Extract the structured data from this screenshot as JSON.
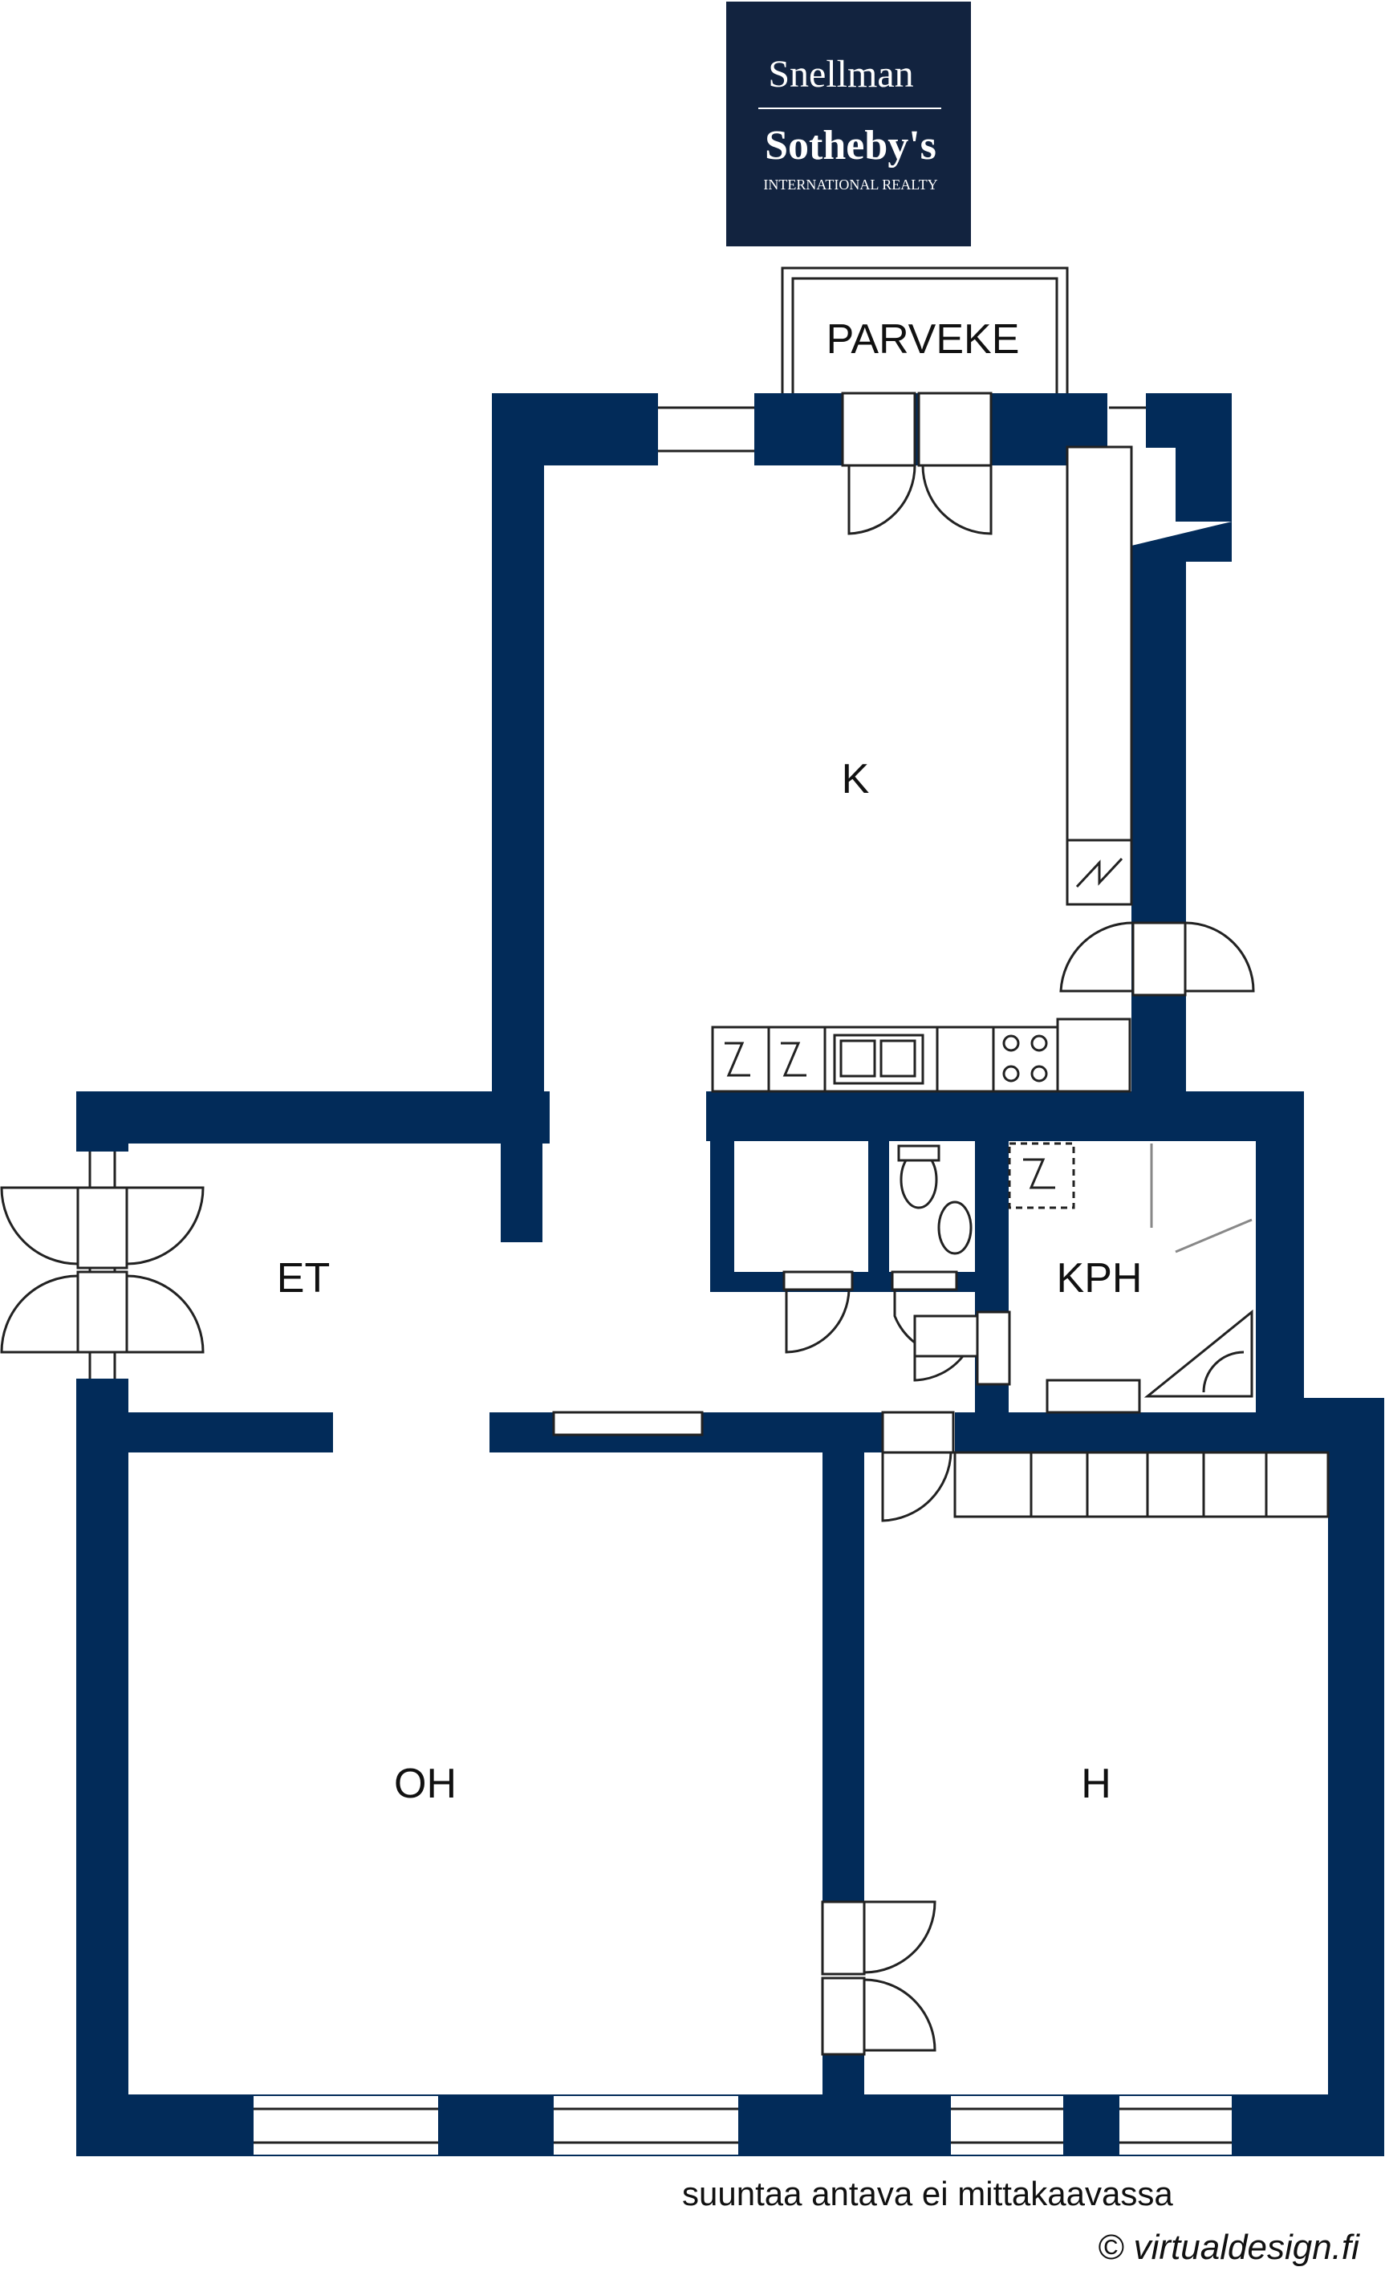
{
  "logo": {
    "line1": "Snellman",
    "line2": "Sotheby's",
    "line3": "INTERNATIONAL REALTY",
    "background": "#12233f"
  },
  "rooms": {
    "balcony": "PARVEKE",
    "kitchen": "K",
    "entry": "ET",
    "bathroom": "KPH",
    "living": "OH",
    "bedroom": "H"
  },
  "notes": {
    "scale": "suuntaa antava ei mittakaavassa",
    "credit": "© virtualdesign.fi"
  },
  "colors": {
    "wall": "#022b59",
    "line": "#222222"
  }
}
